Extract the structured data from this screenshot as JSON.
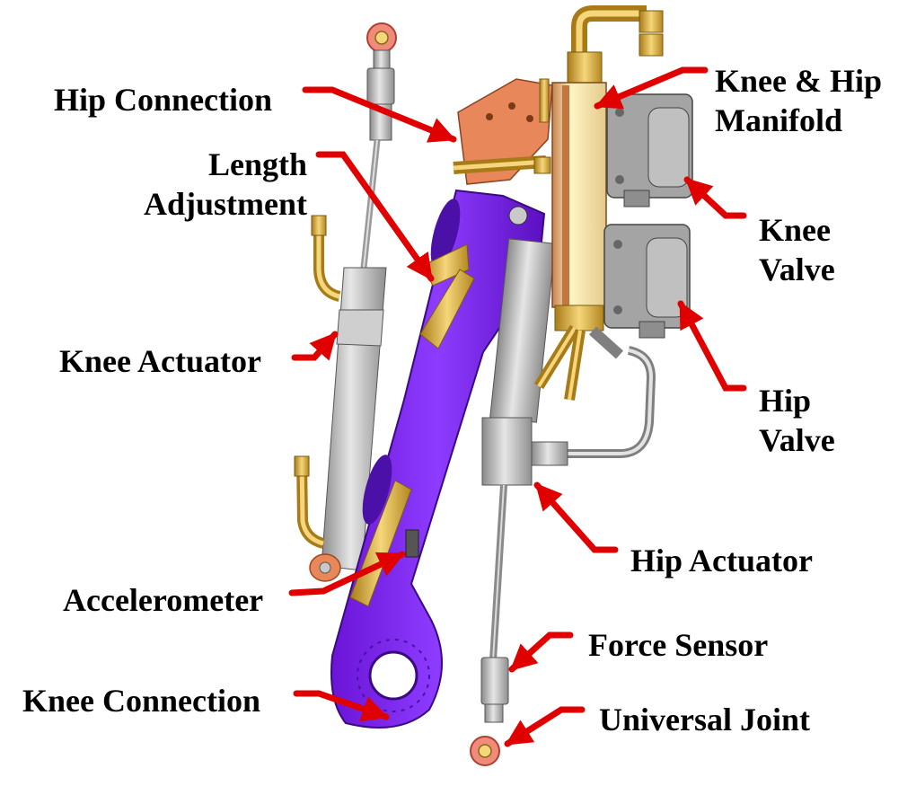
{
  "colors": {
    "arrow": "#e00000",
    "link_purple": "#7b22e6",
    "brass": "#d4a53a",
    "steel": "#b9b9b9",
    "copper": "#e8875a",
    "manifold": "#f7e6a0",
    "valve_gray": "#a4a4a4"
  },
  "labels": {
    "hip_connection": "Hip Connection",
    "length_adjustment": [
      "Length",
      "Adjustment"
    ],
    "knee_actuator": "Knee Actuator",
    "accelerometer": "Accelerometer",
    "knee_connection": "Knee Connection",
    "manifold": [
      "Knee & Hip",
      "Manifold"
    ],
    "knee_valve": [
      "Knee",
      "Valve"
    ],
    "hip_valve": [
      "Hip",
      "Valve"
    ],
    "hip_actuator": "Hip Actuator",
    "force_sensor": "Force Sensor",
    "universal_joint": "Universal Joint"
  }
}
